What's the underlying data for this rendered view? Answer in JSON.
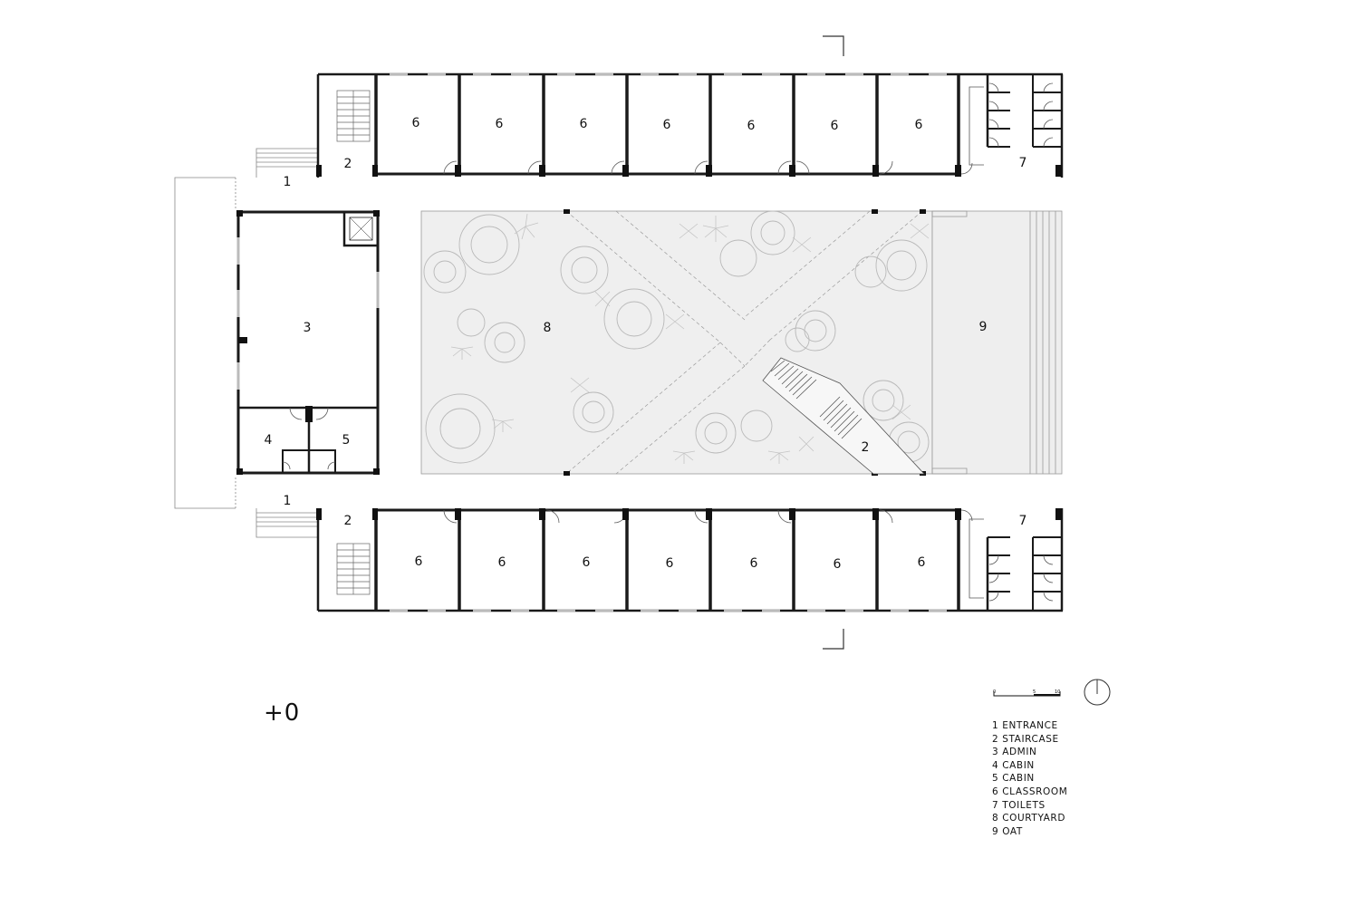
{
  "plan": {
    "level_label": "+0",
    "rooms": {
      "entrance": "1",
      "staircase": "2",
      "admin": "3",
      "cabin_a": "4",
      "cabin_b": "5",
      "classroom": "6",
      "toilets": "7",
      "courtyard": "8",
      "oat": "9"
    },
    "legend": [
      "1 ENTRANCE",
      "2 STAIRCASE",
      "3 ADMIN",
      "4 CABIN",
      "5 CABIN",
      "6 CLASSROOM",
      "7 TOILETS",
      "8 COURTYARD",
      "9 OAT"
    ],
    "scale_bar": {
      "ticks": [
        "0",
        "5",
        "10"
      ]
    },
    "colors": {
      "wall": "#1a1a1a",
      "courtyard_fill": "#eeeeee",
      "line": "#555555"
    }
  }
}
